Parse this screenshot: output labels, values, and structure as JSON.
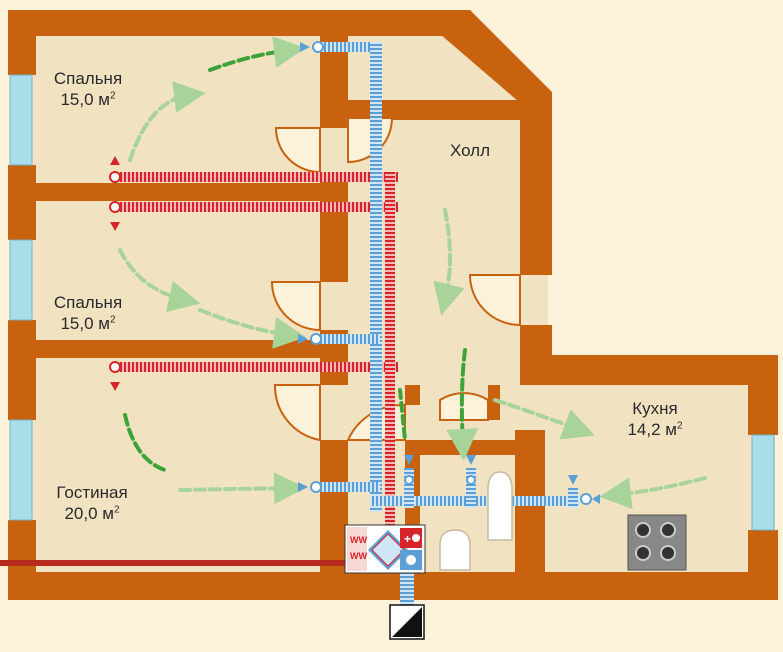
{
  "rooms": [
    {
      "id": "bedroom-1",
      "name": "Спальня",
      "area": "15,0 м",
      "unit_sup": "2"
    },
    {
      "id": "bedroom-2",
      "name": "Спальня",
      "area": "15,0 м",
      "unit_sup": "2"
    },
    {
      "id": "living-room",
      "name": "Гостиная",
      "area": "20,0 м",
      "unit_sup": "2"
    },
    {
      "id": "hall",
      "name": "Холл",
      "area": "",
      "unit_sup": ""
    },
    {
      "id": "kitchen",
      "name": "Кухня",
      "area": "14,2 м",
      "unit_sup": "2"
    }
  ],
  "colors": {
    "background": "#fbf2d9",
    "floor": "#f1e2c2",
    "wall": "#c8620e",
    "supply_duct": "#d9232b",
    "extract_duct": "#5b9fd6",
    "airflow_arrow": "#a8d49a",
    "airflow_arrow_dark": "#3fa33b",
    "window": "#a9dde8"
  },
  "icons": {
    "recuperator": "heat-recovery-unit-icon",
    "outdoor_grille": "outdoor-grille-icon",
    "stove": "stove-icon",
    "supply_valve": "supply-valve-icon",
    "extract_valve": "extract-valve-icon"
  }
}
